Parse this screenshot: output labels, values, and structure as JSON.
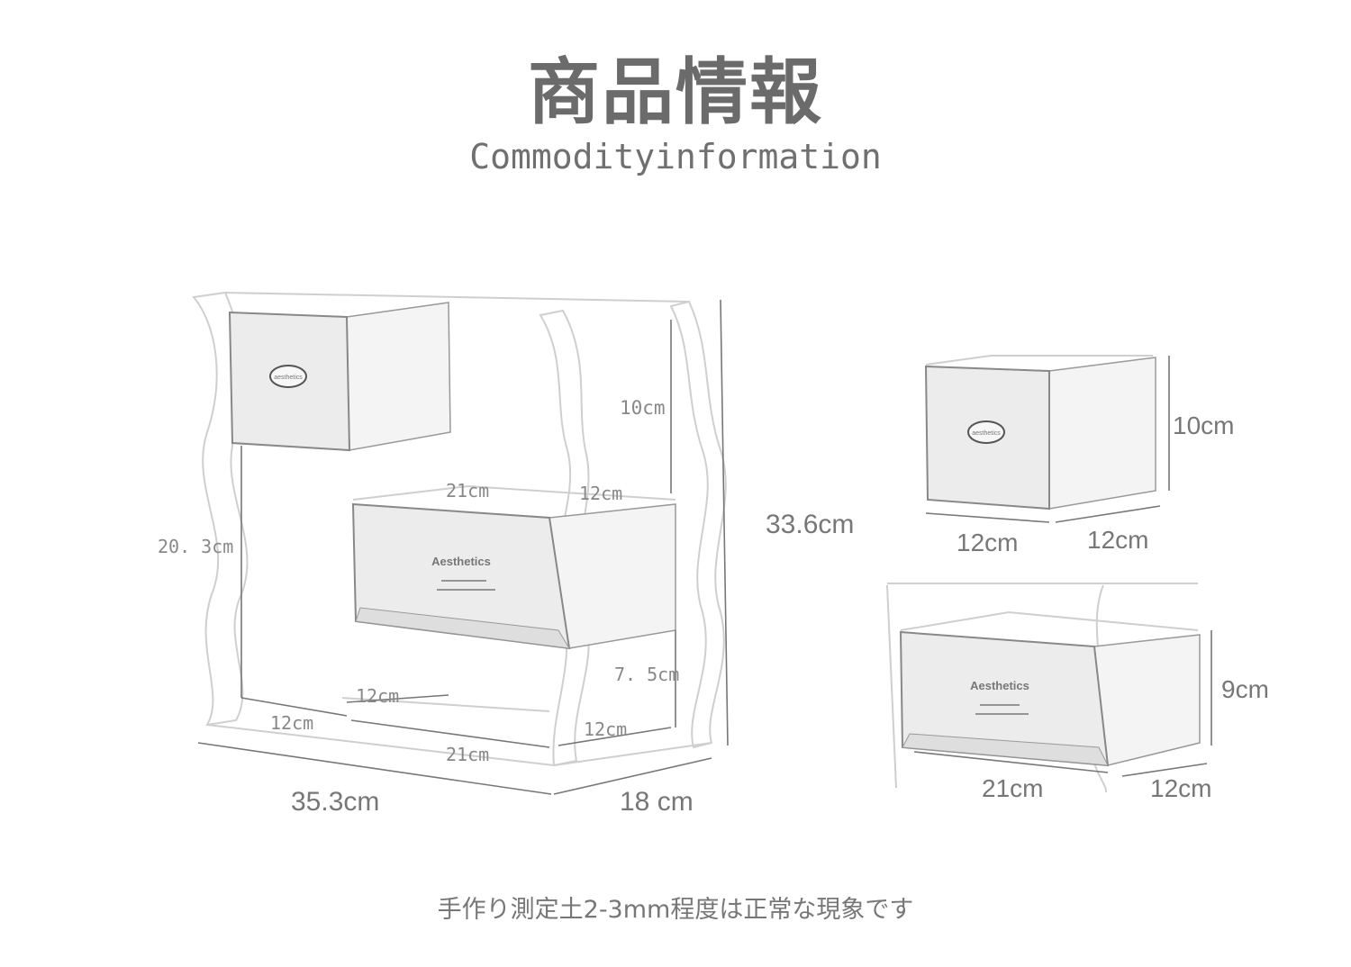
{
  "header": {
    "title_jp": "商品情報",
    "title_en": "Commodityinformation"
  },
  "main_unit": {
    "labels": {
      "drawer_small_height": "10cm",
      "left_height": "20. 3cm",
      "drawer_large_width_top": "21cm",
      "drawer_large_depth_top": "12cm",
      "lower_height": "7. 5cm",
      "inner_left_depth": "12cm",
      "base_left_depth": "12cm",
      "base_right_depth": "12cm",
      "base_width": "21cm",
      "total_height": "33.6cm",
      "total_width": "35.3cm",
      "total_depth": "18 cm",
      "drawer_small_logo": "aesthetics",
      "drawer_large_logo": "Aesthetics"
    }
  },
  "small_drawer": {
    "labels": {
      "height": "10cm",
      "width": "12cm",
      "depth": "12cm",
      "logo": "aesthetics"
    }
  },
  "large_drawer": {
    "labels": {
      "height": "9cm",
      "width": "21cm",
      "depth": "12cm",
      "logo": "Aesthetics"
    }
  },
  "footer": {
    "note": "手作り測定土2-3mm程度は正常な現象です"
  }
}
